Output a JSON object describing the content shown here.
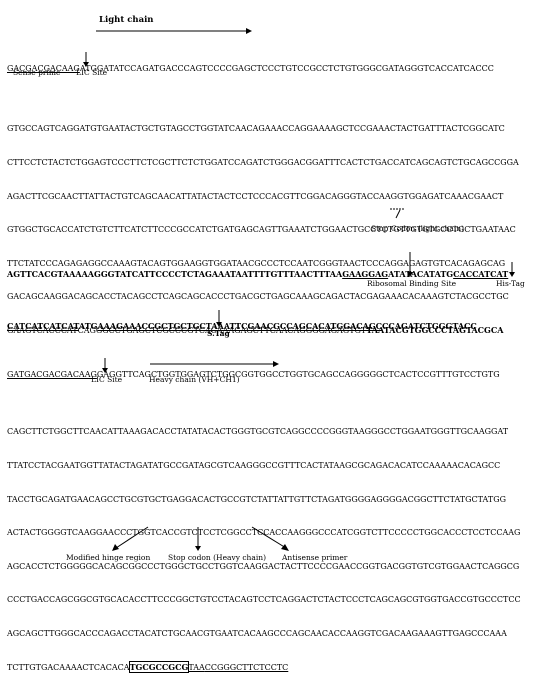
{
  "labels": {
    "light_chain": "Light chain",
    "sense_primer": "Sense prime",
    "lic_site_1": "LIC Site",
    "stop_codon_light": "Stop Codon (light chain)",
    "rbs": "Ribosomal Binding Site",
    "his_tag": "His-Tag",
    "s_tag": "S.Tag",
    "lic_site_2": "LIC Site",
    "heavy_chain": "Heavy chain (VH+CH1)",
    "modified_hinge": "Modified hinge region",
    "stop_codon_heavy": "Stop codon (Heavy chain)",
    "antisense_primer": "Antisense primer"
  },
  "block1": {
    "line1_primer": "GACGACGACAAG",
    "line1_rest": "ATGGATATCCAGATGACCCAGTCCCCGAGCTCCCTGTCCGCCTCTGTGGGCGATAGGGTCACCATCACCC"
  },
  "block2": {
    "lines": [
      "GTGCCAGTCAGGATGTGAATACTGCTGTAGCCTGGTATCAACAGAAACCAGGAAAAGCTCCGAAACTACTGATTTACTCGGCATC",
      "CTTCCTCTACTCTGGAGTCCCTTCTCGCTTCTCTGGATCCAGATCTGGGACGGATTTCACTCTGACCATCAGCAGTCTGCAGCCGGA",
      "AGACTTCGCAACTTATTACTGTCAGCAACATTATACTACTCCTCCCACGTTCGGACAGGGTACCAAGGTGGAGATCAAACGAACT",
      "GTGGCTGCACCATCTGTCTTCATCTTCCCGCCATCTGATGAGCAGTTGAAATCTGGAACTGCCTCTGTTGTGTGCCTGCTGAATAAC",
      "TTCTATCCCAGAGAGGCCAAAGTACAGTGGAAGGTGGATAACGCCCTCCAATCGGGTAACTCCCAGGAGAGTGTCACAGAGCAG",
      "GACAGCAAGGACAGCACCTACAGCCTCAGCAGCACCCTGACGCTGAGCAAAGCAGACTACGAGAAACACAAAGTCTACGCCTGC"
    ],
    "last_normal": "GAAGTCACCCATCAGGGCCTGAGCTCGCCCGTCACAAAGAGCTTCAACAGGGGAGAGTGT",
    "last_stop": "TAA",
    "last_bold": "TACGTGGCCCTAGTACGCA"
  },
  "block3": {
    "line1_a": "AGTTCACGTAAAAAGGGTATCATTCCCCTCTAGAAATAATTTTGTTTAACTTTAA",
    "line1_rbs": "GAAGGAG",
    "line1_b": "ATATACATATG",
    "line1_his": "CACCATCAT",
    "line2_his": "CATCATCATCAT",
    "line2_a": "ATG",
    "line2_stag": "AAAGAAACCGCTGCTGCTAAATTCGAACGCCAGCACATGGACAGC",
    "line2_b": "CCAGATCTGGGTACC"
  },
  "block4": {
    "line1_primer": "GATGACGACGACAAG",
    "line1_rest": "GAGGTTCAGCTGGTGGAGTCTGGCGGTGGCCTGGTGCAGCCAGGGGGCTCACTCCGTTTGTCCTGTG"
  },
  "block5": {
    "lines": [
      "CAGCTTCTGGCTTCAACATTAAAGACACCTATATACACTGGGTGCGTCAGGCCCCGGGTAAGGGCCTGGAATGGGTTGCAAGGAT",
      "TTATCCTACGAATGGTTATACTAGATATGCCGATAGCGTCAAGGGCCGTTTCACTATAAGCGCAGACACATCCAAAAACACAGCC",
      "TACCTGCAGATGAACAGCCTGCGTGCTGAGGACACTGCCGTCTATTATTGTTCTAGATGGGGAGGGGACGGCTTCTATGCTATGG",
      "ACTACTGGGGTCAAGGAACCCTGGTCACCGTCTCCTCGGCCTCCACCAAGGGCCCATCGGTCTTCCCCCTGGCACCCTCCTCCAAG",
      "AGCACCTCTGGGGGCACAGCGGCCCTGGGCTGCCTGGTCAAGGACTACTTCCCCGAACCGGTGACGGTGTCGTGGAACTCAGGCG",
      "CCCTGACCAGCGGCGTGCACACCTTCCCGGCTGTCCTACAGTCCTCAGGACTCTACTCCCTCAGCAGCGTGGTGACCGTGCCCTCC",
      "AGCAGCTTGGGCACCCAGACCTACATCTGCAACGTGAATCACAAGCCCAGCAACACCAAGGTCGACAAGAAAGTTGAGCCCAAA"
    ],
    "last_normal": "TCTTGTGACAAAACTCACACA",
    "last_hinge": "TGCGCCGCG",
    "last_stop": "TAA",
    "last_anti": "CCGGGCTTCTCCTC"
  }
}
